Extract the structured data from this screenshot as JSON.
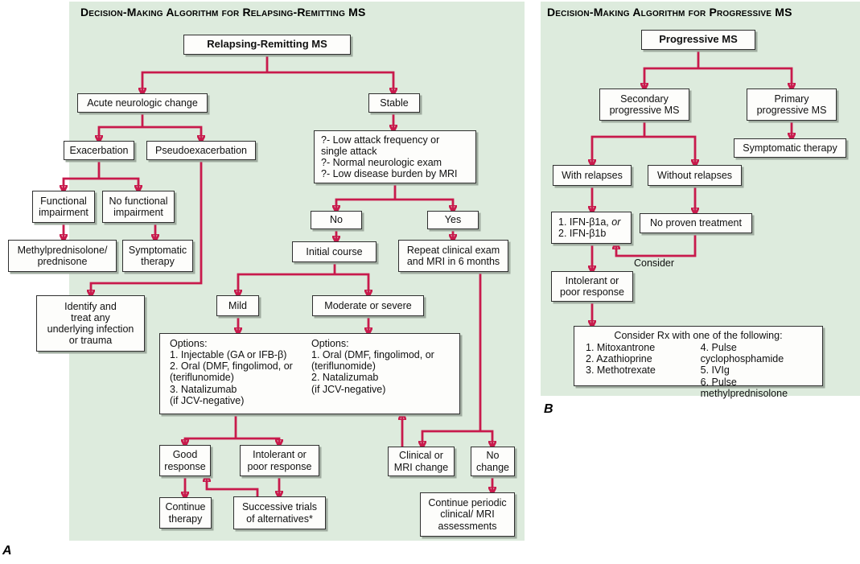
{
  "colors": {
    "panel_background": "#ddebdd",
    "arrow": "#c81a4c",
    "box_background": "#fdfdfb",
    "box_border": "#2f2f2f",
    "box_shadow": "#9fab9f"
  },
  "panel_a": {
    "title": "Decision-Making Algorithm for Relapsing-Remitting MS",
    "corner_label": "A",
    "nodes": {
      "rrms": "Relapsing-Remitting MS",
      "acute": "Acute neurologic change",
      "stable": "Stable",
      "exacerbation": "Exacerbation",
      "pseudoexacerbation": "Pseudoexacerbation",
      "functional": "Functional\nimpairment",
      "no_functional": "No functional\nimpairment",
      "methylprednisolone": "Methylprednisolone/\nprednisone",
      "symptomatic": "Symptomatic\ntherapy",
      "identify": "Identify and\ntreat any\nunderlying infection\nor trauma",
      "criteria": "?- Low attack frequency or\n    single attack\n?- Normal neurologic exam\n?- Low disease burden by MRI",
      "no": "No",
      "yes": "Yes",
      "initial_course": "Initial course",
      "repeat_exam": "Repeat clinical exam\nand MRI in 6 months",
      "mild": "Mild",
      "moderate": "Moderate or severe",
      "options_mild": "Options:\n1. Injectable (GA or IFB-β)\n2. Oral (DMF, fingolimod, or\n    (teriflunomide)\n3. Natalizumab\n    (if JCV-negative)",
      "options_moderate": "Options:\n1. Oral (DMF, fingolimod, or\n    (teriflunomide)\n2. Natalizumab\n    (if JCV-negative)",
      "good_response": "Good\nresponse",
      "intolerant": "Intolerant or\npoor response",
      "continue_therapy": "Continue\ntherapy",
      "successive_trials": "Successive trials\nof alternatives*",
      "clinical_change": "Clinical or\nMRI change",
      "no_change": "No\nchange",
      "continue_periodic": "Continue periodic\nclinical/ MRI\nassessments"
    }
  },
  "panel_b": {
    "title": "Decision-Making Algorithm for Progressive MS",
    "corner_label": "B",
    "nodes": {
      "progressive": "Progressive MS",
      "secondary": "Secondary\nprogressive MS",
      "primary": "Primary\nprogressive MS",
      "symptomatic_therapy": "Symptomatic therapy",
      "with_relapses": "With relapses",
      "without_relapses": "Without relapses",
      "ifn_line1": "1. IFN-β1a, ",
      "ifn_or": "or",
      "ifn_line2": "2. IFN-β1b",
      "no_proven": "No proven treatment",
      "consider_label": "Consider",
      "intolerant": "Intolerant or\npoor response",
      "consider_rx_header": "Consider Rx with one of the following:",
      "consider_rx_col1": "1. Mitoxantrone\n2. Azathioprine\n3. Methotrexate",
      "consider_rx_col2": "4. Pulse cyclophosphamide\n5. IVIg\n6. Pulse methylprednisolone"
    }
  }
}
